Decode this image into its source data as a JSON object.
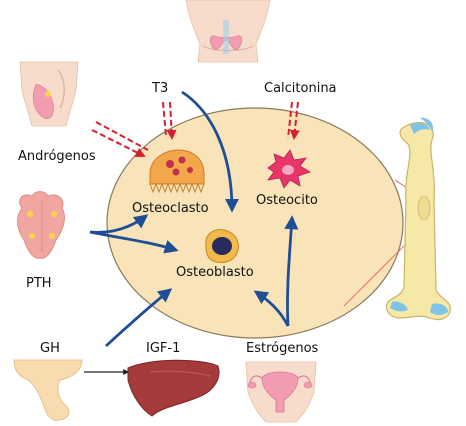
{
  "colors": {
    "matrix_fill": "#f9e3b8",
    "matrix_stroke": "#8a7a5a",
    "blue_arrow": "#1f4e96",
    "red_dashed_arrow": "#d42030",
    "connector_line": "#e25a3c",
    "bone": "#f6e9a8",
    "cartilage": "#7fc4e8",
    "skin": "#f8dccb",
    "gland_pink": "#f2a6a2",
    "liver": "#a43a3a"
  },
  "hormones": {
    "t3": "T3",
    "calcitonina": "Calcitonina",
    "androgenos": "Andrógenos",
    "pth": "PTH",
    "gh": "GH",
    "igf1": "IGF-1",
    "estrogenos": "Estrógenos"
  },
  "cells": {
    "osteoclasto": "Osteoclasto",
    "osteocito": "Osteocito",
    "osteoblasto": "Osteoblasto"
  },
  "icons": {
    "thyroid_neck": "thyroid-neck-icon",
    "male_pelvis": "male-pelvis-icon",
    "parathyroid": "parathyroid-icon",
    "pituitary": "pituitary-icon",
    "liver": "liver-icon",
    "uterus": "uterus-ovaries-icon",
    "femur": "femur-bone-icon"
  }
}
